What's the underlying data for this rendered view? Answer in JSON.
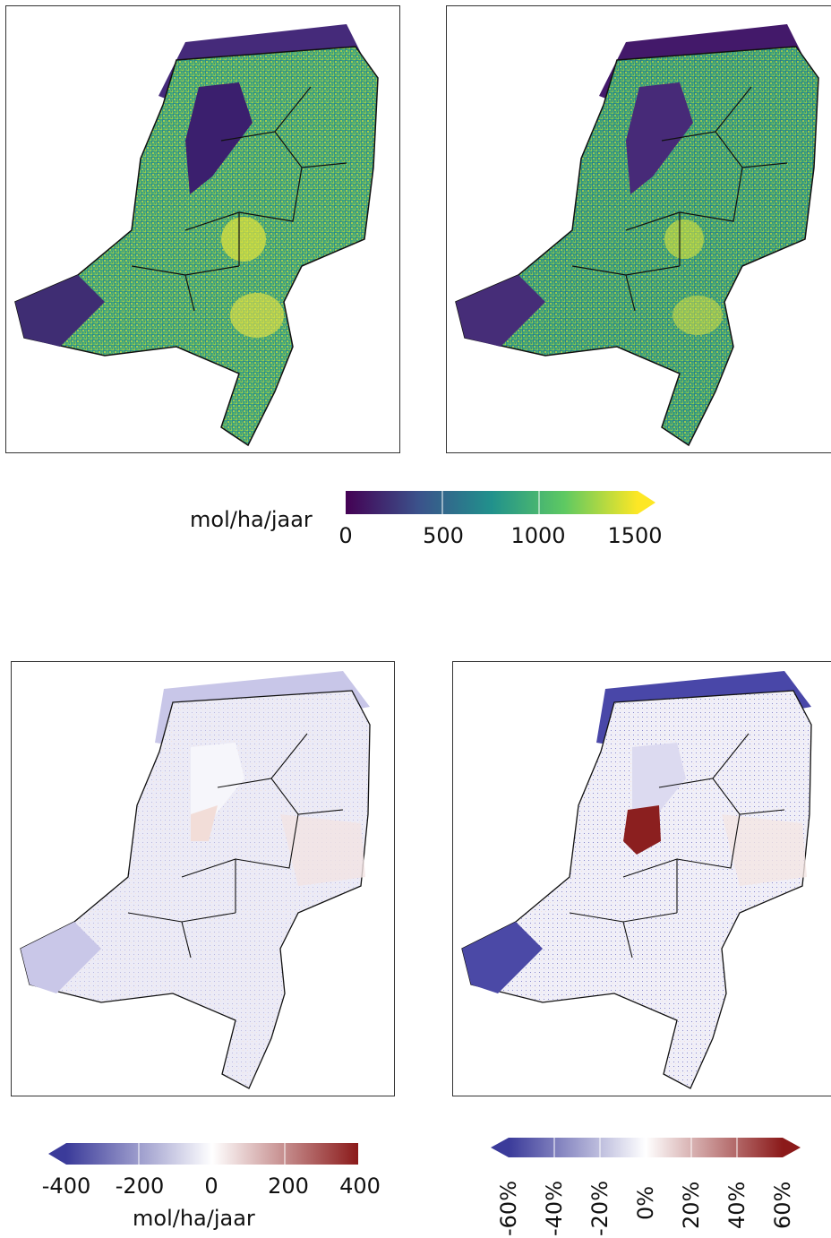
{
  "figure": {
    "maps": [
      {
        "id": "deposition-current"
      },
      {
        "id": "deposition-scenario"
      },
      {
        "id": "difference-absolute"
      },
      {
        "id": "difference-relative"
      }
    ]
  },
  "colorbar_deposition": {
    "label": "mol/ha/jaar",
    "colormap": "viridis",
    "ticks": [
      "0",
      "500",
      "1000",
      "1500"
    ],
    "min": 0,
    "max": 1500,
    "extend": "max"
  },
  "colorbar_difference": {
    "label": "mol/ha/jaar",
    "colormap": "diverging blue-white-red",
    "ticks": [
      "-400",
      "-200",
      "0",
      "200",
      "400"
    ],
    "min": -400,
    "max": 400,
    "extend": "min"
  },
  "colorbar_relative": {
    "colormap": "diverging blue-white-red",
    "ticks": [
      "-60%",
      "-40%",
      "-20%",
      "0%",
      "20%",
      "40%",
      "60%"
    ],
    "min": -60,
    "max": 60,
    "extend": "both"
  },
  "colors": {
    "viridis_low": "#440154",
    "viridis_mid": "#21918c",
    "viridis_high": "#fde725",
    "div_low": "#3b3b9a",
    "div_mid": "#ffffff",
    "div_high": "#8b1a1a",
    "border": "#111111"
  }
}
